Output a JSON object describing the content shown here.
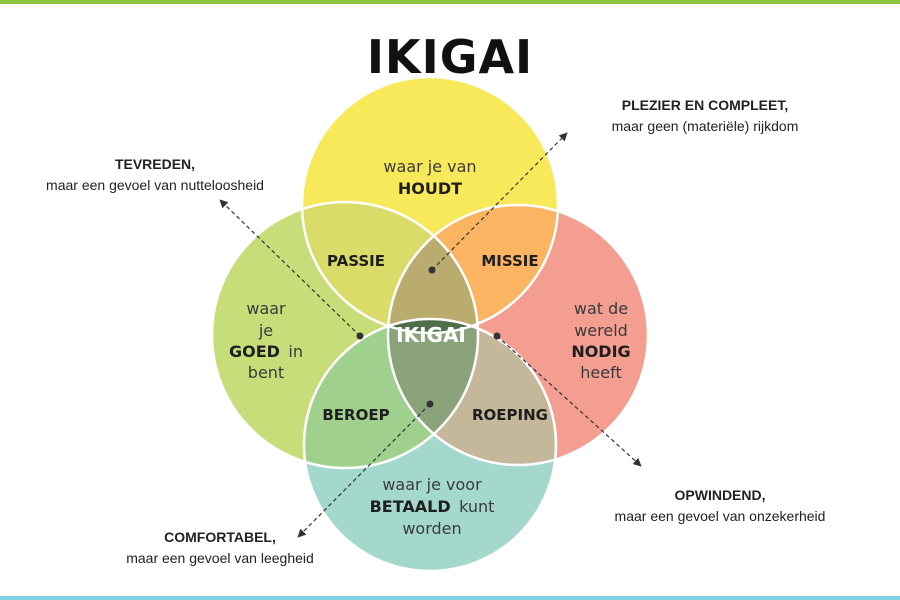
{
  "title": "IKIGAI",
  "circles": {
    "love": {
      "line1": "waar je van",
      "line2": "HOUDT",
      "color": "#f8e95b"
    },
    "good": {
      "line1": "waar",
      "line2": "je",
      "line3a": "GOED",
      "line3b": "in",
      "line4": "bent",
      "color": "#c7dd7a"
    },
    "need": {
      "line1": "wat de",
      "line2": "wereld",
      "line3": "NODIG",
      "line4": "heeft",
      "color": "#f49e92"
    },
    "paid": {
      "line1": "waar je voor",
      "line2a": "BETAALD",
      "line2b": "kunt",
      "line3": "worden",
      "color": "#a4d8cd"
    }
  },
  "regions": {
    "passion": "PASSIE",
    "mission": "MISSIE",
    "profession": "BEROEP",
    "vocation": "ROEPING",
    "center": "IKIGAI"
  },
  "callouts": {
    "top_left": {
      "head": "TEVREDEN,",
      "sub": "maar een gevoel van nutteloosheid"
    },
    "top_right": {
      "head": "PLEZIER EN COMPLEET,",
      "sub": "maar geen (materiële) rijkdom"
    },
    "bottom_left": {
      "head": "COMFORTABEL,",
      "sub": "maar een gevoel van leegheid"
    },
    "bottom_right": {
      "head": "OPWINDEND,",
      "sub": "maar een gevoel van onzekerheid"
    }
  },
  "colors": {
    "top_bar": "#8cc63f",
    "bottom_bar": "#7fd3e6",
    "passion": "#d9dc69",
    "mission": "#fbb461",
    "profession": "#9fd08e",
    "vocation": "#c4b79a",
    "center": "#4f6f4a"
  }
}
